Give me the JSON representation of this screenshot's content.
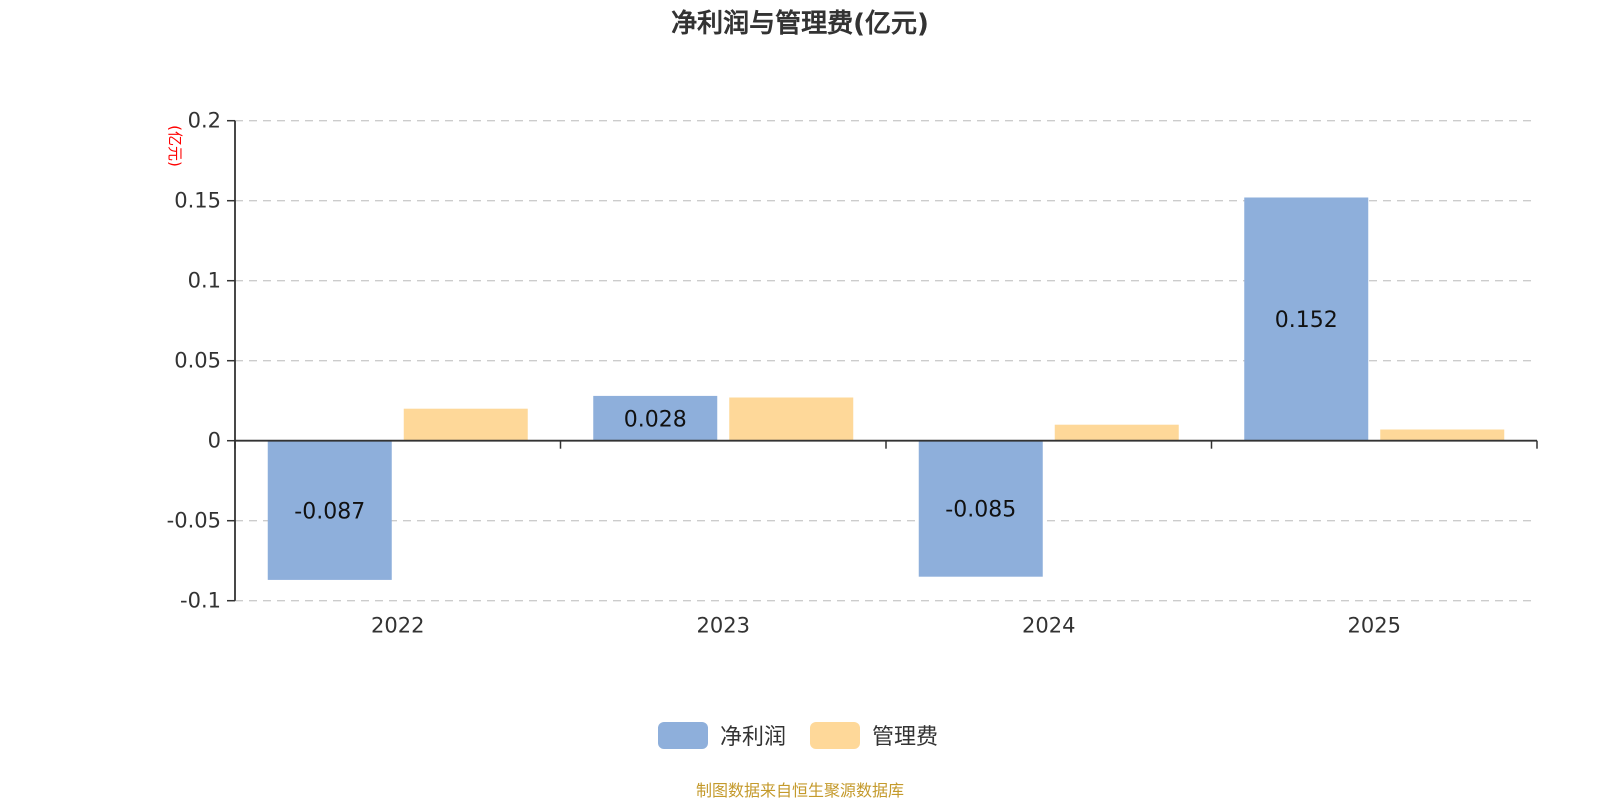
{
  "chart_data": {
    "type": "bar",
    "title": "净利润与管理费(亿元)",
    "unit_label": "(亿元)",
    "xlabel": "",
    "ylabel": "(亿元)",
    "categories": [
      "2022",
      "2023",
      "2024",
      "2025"
    ],
    "series": [
      {
        "name": "净利润",
        "color": "#8eafdb",
        "values": [
          -0.087,
          0.028,
          -0.085,
          0.152
        ],
        "labels": [
          "-0.087",
          "0.028",
          "-0.085",
          "0.152"
        ],
        "show_labels": true
      },
      {
        "name": "管理费",
        "color": "#fed899",
        "values": [
          0.02,
          0.027,
          0.01,
          0.007
        ],
        "show_labels": false
      }
    ],
    "ylim": [
      -0.1,
      0.2
    ],
    "yticks": [
      -0.1,
      -0.05,
      0,
      0.05,
      0.1,
      0.15,
      0.2
    ],
    "ytick_labels": [
      "-0.1",
      "-0.05",
      "0",
      "0.05",
      "0.1",
      "0.15",
      "0.2"
    ],
    "grid": true,
    "legend_position": "bottom-center"
  },
  "source_note": "制图数据来自恒生聚源数据库",
  "colors": {
    "axis": "#333333",
    "grid": "#cccccc",
    "unit": "#ff0000",
    "source": "#c49a2c"
  }
}
